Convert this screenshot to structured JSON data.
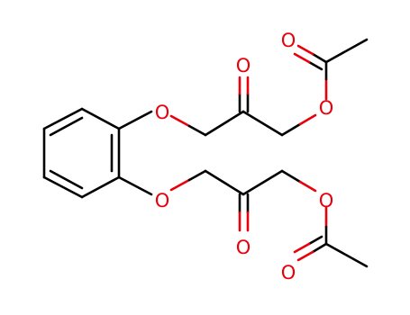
{
  "molecule": {
    "atoms": [
      {
        "id": "o_ether_top",
        "symbol": "O"
      },
      {
        "id": "o_carbonyl_top",
        "symbol": "O"
      },
      {
        "id": "o_ester_top",
        "symbol": "O"
      },
      {
        "id": "o_acetyl_top",
        "symbol": "O"
      },
      {
        "id": "o_ether_bottom",
        "symbol": "O"
      },
      {
        "id": "o_carbonyl_bottom",
        "symbol": "O"
      },
      {
        "id": "o_ester_bottom",
        "symbol": "O"
      },
      {
        "id": "o_acetyl_bottom",
        "symbol": "O"
      }
    ],
    "colors": {
      "bond": "#000000",
      "oxygen": "#e8000b",
      "background": "#ffffff"
    }
  }
}
